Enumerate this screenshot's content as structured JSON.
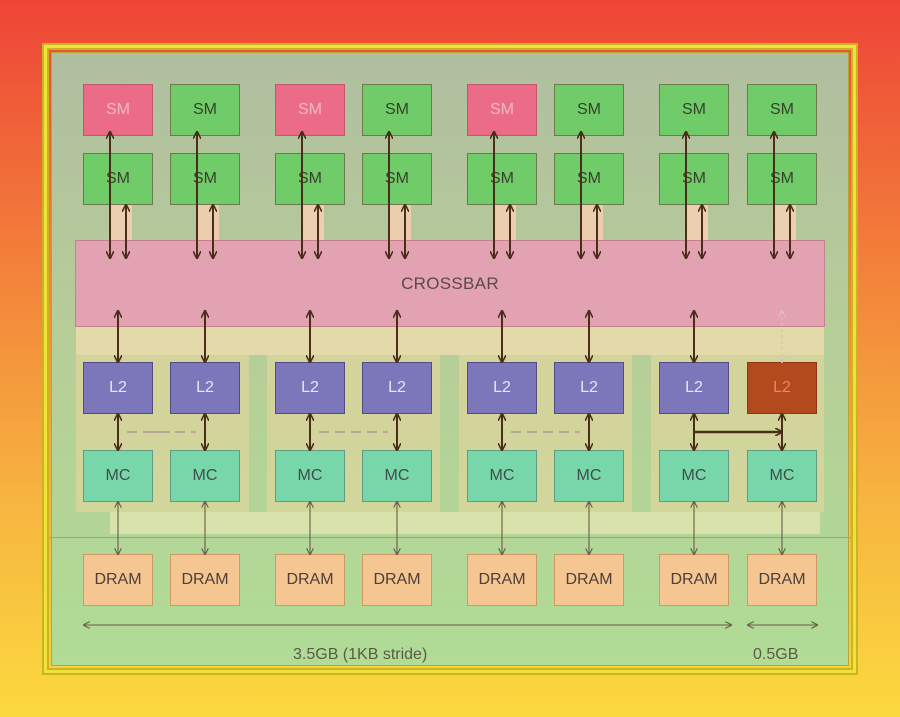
{
  "diagram": {
    "crossbar_label": "CROSSBAR",
    "sm_top": [
      {
        "label": "SM",
        "state": "disabled"
      },
      {
        "label": "SM",
        "state": "active"
      },
      {
        "label": "SM",
        "state": "disabled"
      },
      {
        "label": "SM",
        "state": "active"
      },
      {
        "label": "SM",
        "state": "disabled"
      },
      {
        "label": "SM",
        "state": "active"
      },
      {
        "label": "SM",
        "state": "active"
      },
      {
        "label": "SM",
        "state": "active"
      }
    ],
    "sm_bottom": [
      {
        "label": "SM"
      },
      {
        "label": "SM"
      },
      {
        "label": "SM"
      },
      {
        "label": "SM"
      },
      {
        "label": "SM"
      },
      {
        "label": "SM"
      },
      {
        "label": "SM"
      },
      {
        "label": "SM"
      }
    ],
    "l2": [
      {
        "label": "L2",
        "state": "active"
      },
      {
        "label": "L2",
        "state": "active"
      },
      {
        "label": "L2",
        "state": "active"
      },
      {
        "label": "L2",
        "state": "active"
      },
      {
        "label": "L2",
        "state": "active"
      },
      {
        "label": "L2",
        "state": "active"
      },
      {
        "label": "L2",
        "state": "active"
      },
      {
        "label": "L2",
        "state": "disabled"
      }
    ],
    "mc": [
      {
        "label": "MC"
      },
      {
        "label": "MC"
      },
      {
        "label": "MC"
      },
      {
        "label": "MC"
      },
      {
        "label": "MC"
      },
      {
        "label": "MC"
      },
      {
        "label": "MC"
      },
      {
        "label": "MC"
      }
    ],
    "dram": [
      {
        "label": "DRAM"
      },
      {
        "label": "DRAM"
      },
      {
        "label": "DRAM"
      },
      {
        "label": "DRAM"
      },
      {
        "label": "DRAM"
      },
      {
        "label": "DRAM"
      },
      {
        "label": "DRAM"
      },
      {
        "label": "DRAM"
      }
    ],
    "memory_segments": [
      {
        "label": "3.5GB (1KB stride)"
      },
      {
        "label": "0.5GB"
      }
    ],
    "colors": {
      "sm_active": "#70cc68",
      "sm_disabled": "#ec6c87",
      "l2_active": "#7c76ba",
      "l2_disabled": "#b34a1e",
      "mc": "#78d7aa",
      "dram": "#f5c592",
      "crossbar": "#e2a2b2",
      "arrow": "#4a2e1a"
    }
  }
}
